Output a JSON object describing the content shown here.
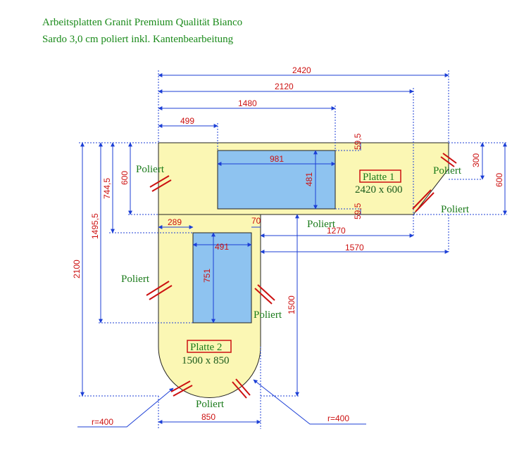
{
  "title": {
    "line1": "Arbeitsplatten Granit Premium Qualität Bianco",
    "line2": "Sardo 3,0 cm poliert inkl. Kantenbearbeitung"
  },
  "dimensions": {
    "total_width": "2420",
    "width_2120": "2120",
    "width_1480": "1480",
    "width_499": "499",
    "sink_width": "981",
    "sink_depth": "481",
    "offset_59_5_top": "59,5",
    "offset_59_5_bottom": "59,5",
    "depth_300": "300",
    "depth_600_right": "600",
    "depth_600_left": "600",
    "depth_744_5": "744,5",
    "depth_1495_5": "1495,5",
    "depth_2100": "2100",
    "width_289": "289",
    "width_70": "70",
    "width_1270": "1270",
    "width_491": "491",
    "width_1570": "1570",
    "hob_depth": "751",
    "length_1500": "1500",
    "width_850": "850",
    "radius_left": "r=400",
    "radius_right": "r=400"
  },
  "plates": {
    "plate1_label": "Platte 1",
    "plate1_size": "2420 x 600",
    "plate2_label": "Platte 2",
    "plate2_size": "1500 x 850"
  },
  "edges": {
    "poliert_1": "Poliert",
    "poliert_2": "Poliert",
    "poliert_3": "Poliert",
    "poliert_4": "Poliert",
    "poliert_5": "Poliert",
    "poliert_6": "Poliert",
    "poliert_7": "Poliert"
  },
  "colors": {
    "slab_fill": "#fbf7b4",
    "cutout_fill": "#8ec3f0",
    "dimension_line": "#1c3fd6",
    "dimension_text": "#cc1111",
    "label_text": "#1a7a1a"
  }
}
